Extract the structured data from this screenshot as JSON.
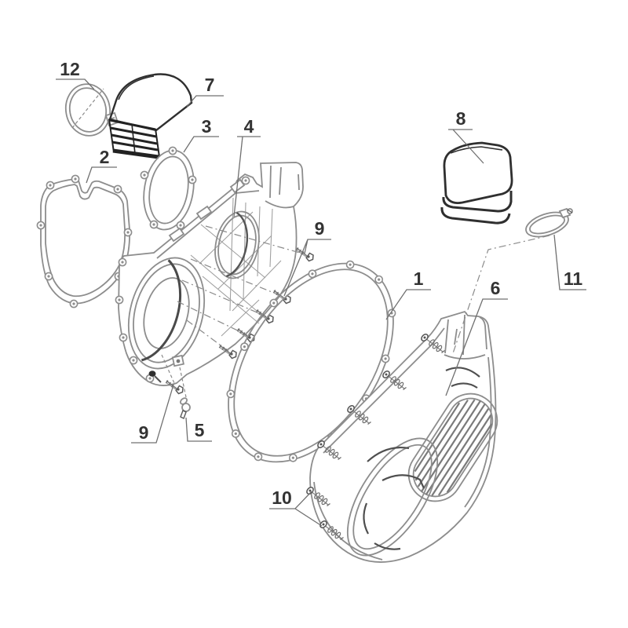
{
  "diagram": {
    "type": "exploded-parts-diagram",
    "callouts": [
      {
        "id": "callout-1",
        "label": "1"
      },
      {
        "id": "callout-2",
        "label": "2"
      },
      {
        "id": "callout-3",
        "label": "3"
      },
      {
        "id": "callout-4",
        "label": "4"
      },
      {
        "id": "callout-5",
        "label": "5"
      },
      {
        "id": "callout-6",
        "label": "6"
      },
      {
        "id": "callout-7",
        "label": "7"
      },
      {
        "id": "callout-8",
        "label": "8"
      },
      {
        "id": "callout-9-upper",
        "label": "9"
      },
      {
        "id": "callout-9-lower",
        "label": "9"
      },
      {
        "id": "callout-10",
        "label": "10"
      },
      {
        "id": "callout-11",
        "label": "11"
      },
      {
        "id": "callout-12",
        "label": "12"
      }
    ],
    "colors": {
      "background": "#ffffff",
      "part_line": "#8d8d8d",
      "dark_line": "#2f2f2f",
      "label_text": "#333333",
      "leader_line": "#707070"
    }
  }
}
